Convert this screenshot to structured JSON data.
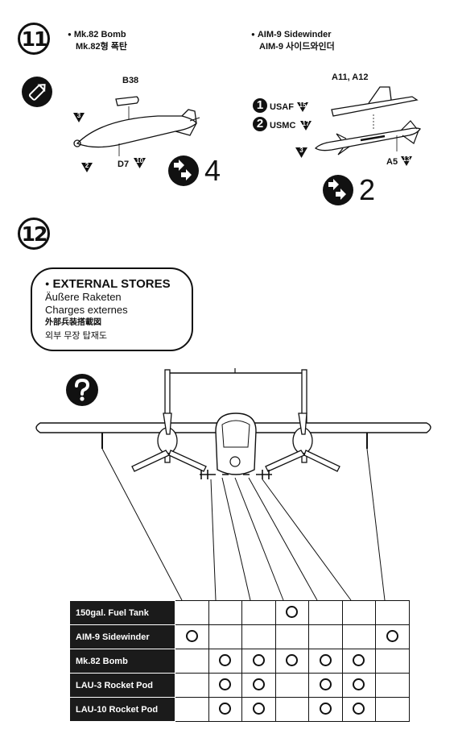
{
  "step11": {
    "number": "11",
    "bomb": {
      "name_en": "Mk.82 Bomb",
      "name_kr": "Mk.82형 폭탄",
      "part_top": "B38",
      "part_bottom": "D7",
      "decal_bottom": "10",
      "marker_a": "3",
      "marker_b": "2",
      "quantity": "4"
    },
    "sidewinder": {
      "name_en": "AIM-9 Sidewinder",
      "name_kr": "AIM-9 사이드와인더",
      "part_rail": "A11, A12",
      "part_missile": "A5",
      "decal_missile": "13",
      "options": [
        {
          "num": "1",
          "label": "USAF",
          "decal": "15"
        },
        {
          "num": "2",
          "label": "USMC",
          "decal": "17"
        }
      ],
      "marker": "3",
      "quantity": "2"
    },
    "icons": {
      "tool": "knife-icon",
      "repeat": "repeat-arrows-icon"
    }
  },
  "step12": {
    "number": "12",
    "callout": {
      "title": "EXTERNAL STORES",
      "de": "Äußere Raketen",
      "fr": "Charges externes",
      "jp": "外部兵装搭載図",
      "kr": "외부 무장 탑재도"
    },
    "question_icon": "question-icon",
    "table": {
      "rows": [
        {
          "label": "150gal. Fuel Tank",
          "marks": [
            false,
            false,
            false,
            true,
            false,
            false,
            false
          ]
        },
        {
          "label": "AIM-9 Sidewinder",
          "marks": [
            true,
            false,
            false,
            false,
            false,
            false,
            true
          ]
        },
        {
          "label": "Mk.82 Bomb",
          "marks": [
            false,
            true,
            true,
            true,
            true,
            true,
            false
          ]
        },
        {
          "label": "LAU-3 Rocket Pod",
          "marks": [
            false,
            true,
            true,
            false,
            true,
            true,
            false
          ]
        },
        {
          "label": "LAU-10 Rocket Pod",
          "marks": [
            false,
            true,
            true,
            false,
            true,
            true,
            false
          ]
        }
      ]
    }
  },
  "colors": {
    "ink": "#111111",
    "panel": "#1b1b1b",
    "paper": "#ffffff"
  }
}
